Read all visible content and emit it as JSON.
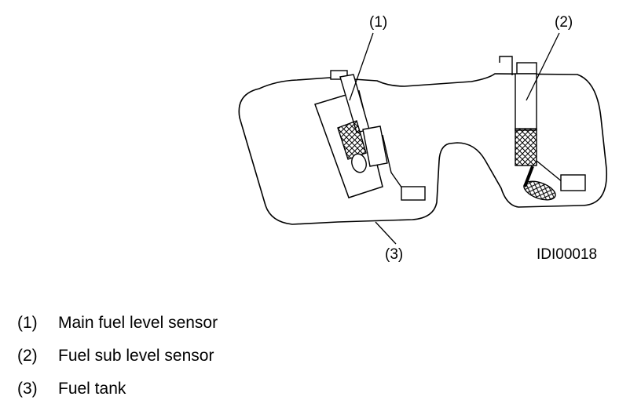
{
  "diagram": {
    "callouts": {
      "c1": "(1)",
      "c2": "(2)",
      "c3": "(3)"
    },
    "figure_id": "IDI00018"
  },
  "legend": [
    {
      "number": "(1)",
      "label": "Main fuel level sensor"
    },
    {
      "number": "(2)",
      "label": "Fuel sub level sensor"
    },
    {
      "number": "(3)",
      "label": "Fuel tank"
    }
  ]
}
